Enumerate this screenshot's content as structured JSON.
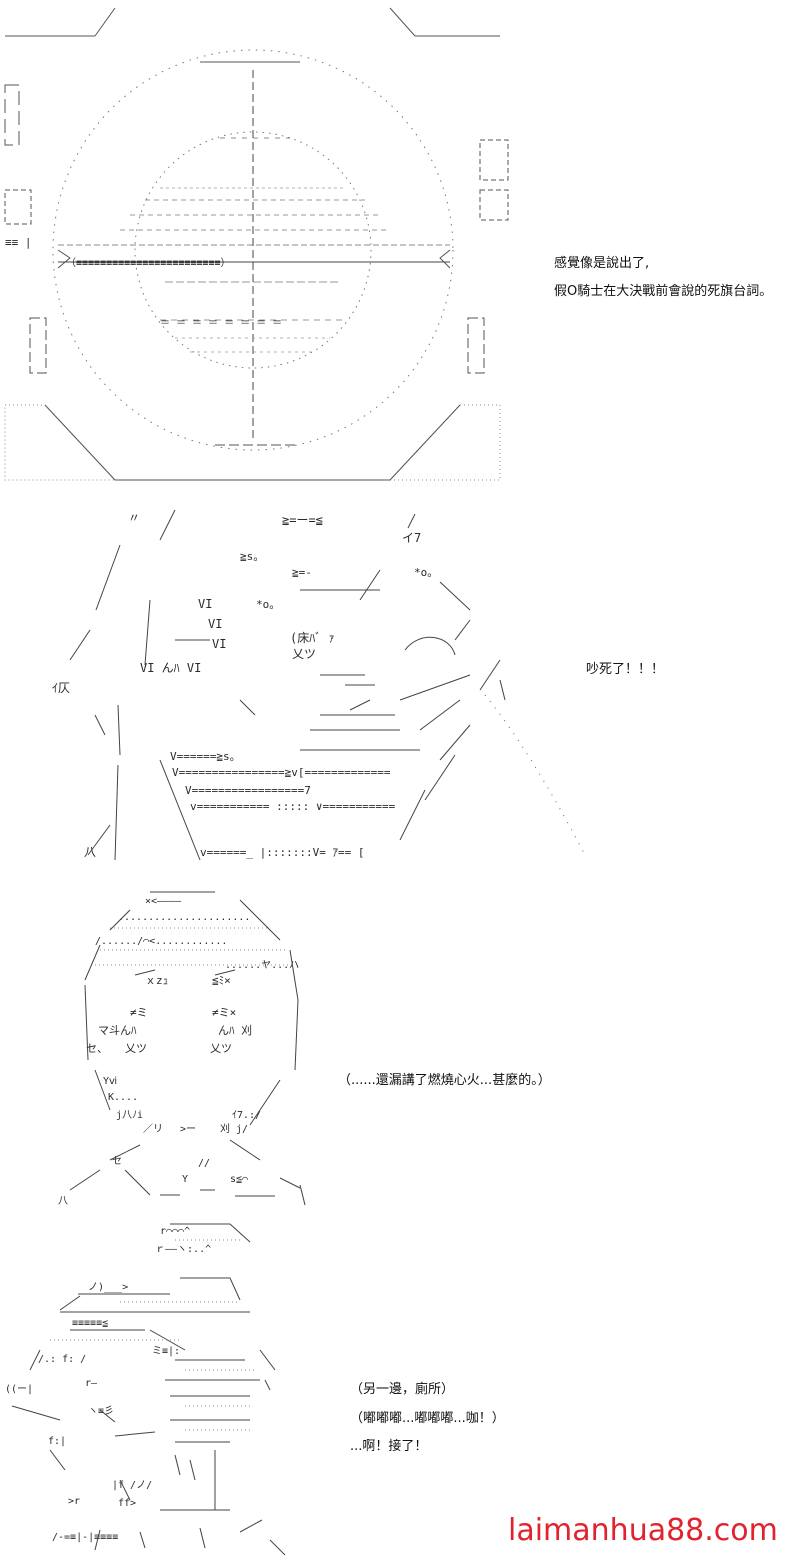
{
  "panel1": {
    "caption_line1": "感覺像是說出了,",
    "caption_line2": "假O騎士在大決戰前會說的死旗台詞。",
    "art_text": [
      "\\________",
      "_______/",
      "ー",
      "Ⅲ",
      "≡≡ |",
      "||",
      "（≡≡≡≡≡≡≡≡≡≡≡≡≡≡≡≡≡≡≡≡≡≡≡≡）",
      "＝ ＝ ＝ ＝ ＝ ＝ ＝ ＝"
    ]
  },
  "panel2": {
    "caption": "吵死了！！！",
    "art_text": [
      "〃",
      "≧=ー=≦",
      "イ7",
      "≧s。",
      "≧=-",
      "*o。",
      "VI",
      "*o。",
      "VI",
      "(床ﾊﾞ ｧ",
      "VI",
      "乂ツ",
      "VI  んﾊ VI",
      "ｲ仄",
      "V======≧s。",
      "V================≧v[=============",
      "V=================7",
      "v===========  ::::: ∨===========",
      "v======_  |:::::::V= ｱ== [",
      "八"
    ]
  },
  "panel3": {
    "caption": "（......還漏講了燃燒心火...甚麼的。）",
    "art_text": [
      "×<――――",
      "......................",
      "/....../⌒<............",
      "......ヤ...ハ",
      "ｘzｭ",
      "≦ﾐ×",
      "≠ミ",
      "≠ミ×",
      "マ斗んﾊ",
      "んﾊ 刈",
      "乂ツ",
      "乂ツ",
      "セ、",
      "Yⅵ",
      "K....",
      "j八ﾉi",
      "ｲ7.:/",
      "／リ",
      ">ー",
      "刈 j/",
      "セ",
      "//",
      "Y",
      "s≦⌒",
      "八"
    ]
  },
  "panel4": {
    "caption_line1": "（另一邊，廁所）",
    "caption_line2": "（嘟嘟嘟...嘟嘟嘟...咖！）",
    "caption_line3": "...啊！接了！",
    "art_text": [
      "r⌒⌒⌒^",
      "ｒ――ヽ:..^",
      "ノ)___>",
      "≡≡≡≡≡≦",
      "/.: f: /",
      "ミ≡|:",
      "r―",
      "((ー|",
      "ヽ≡彡",
      "f:|",
      ">r",
      "ff>",
      "|f /ノ/",
      "/-=≡|-|≡≡≡≡"
    ]
  },
  "watermark": "laimanhua88.com",
  "colors": {
    "text": "#1a1a1a",
    "watermark": "#e0232e",
    "background": "#ffffff"
  }
}
